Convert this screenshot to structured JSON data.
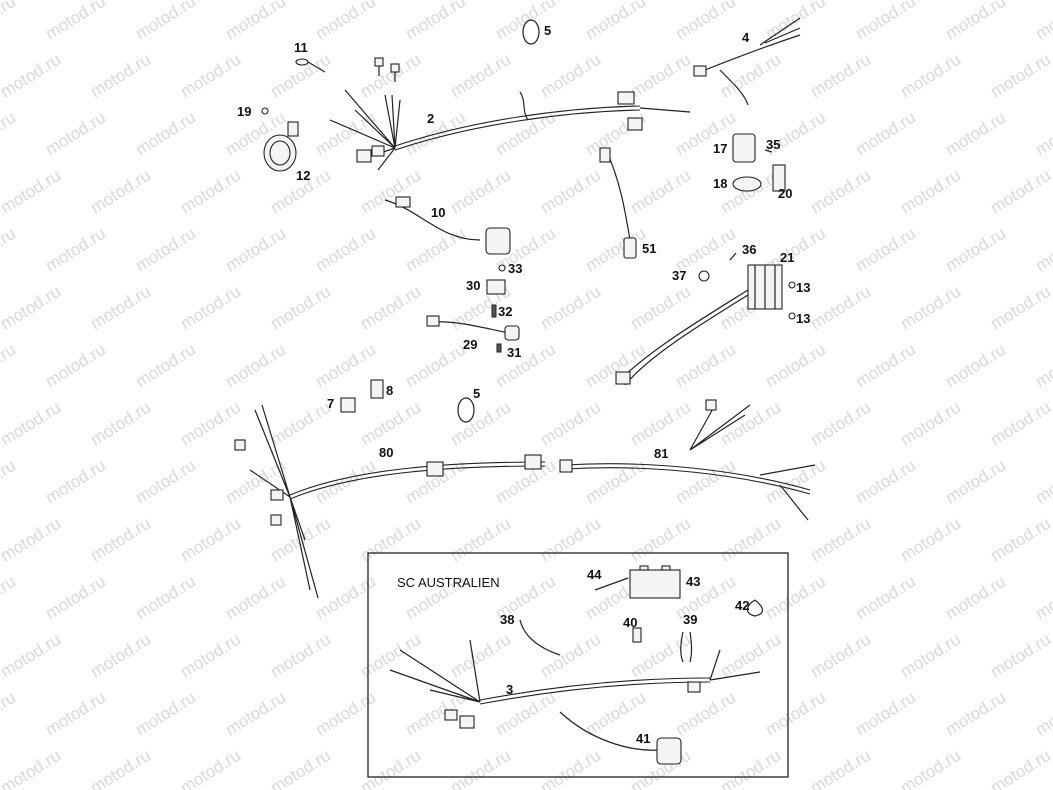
{
  "watermark": "motod.ru",
  "callouts": [
    "2",
    "3",
    "4",
    "5",
    "5",
    "7",
    "8",
    "10",
    "11",
    "12",
    "13",
    "13",
    "17",
    "18",
    "19",
    "20",
    "21",
    "29",
    "30",
    "31",
    "32",
    "33",
    "35",
    "36",
    "37",
    "38",
    "39",
    "40",
    "41",
    "42",
    "43",
    "44",
    "51",
    "80",
    "81"
  ],
  "inset": {
    "title": "SC AUSTRALIEN"
  }
}
